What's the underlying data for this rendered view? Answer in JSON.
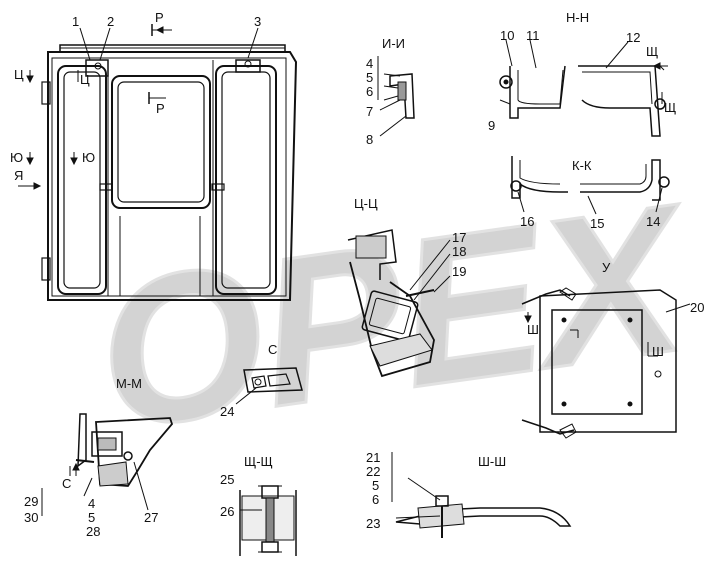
{
  "watermark": "OPEX",
  "corner_mark": "",
  "sections": {
    "p_top": "Р",
    "p_mid": "Р",
    "c_top": "Ц",
    "c_left": "Ц",
    "yu_left": "Ю",
    "yu_right": "Ю",
    "ya_left": "Я",
    "ii": "И-И",
    "nn": "Н-Н",
    "shch1": "Щ",
    "shch2": "Щ",
    "kk": "К-К",
    "cc": "Ц-Ц",
    "u": "У",
    "sh1": "Ш",
    "sh2": "Ш",
    "c_view": "С",
    "mm": "М-М",
    "c_arrow": "С",
    "shchshch": "Щ-Щ",
    "shsh": "Ш-Ш"
  },
  "callouts": {
    "n1": "1",
    "n2": "2",
    "n3": "3",
    "n4": "4",
    "n5": "5",
    "n6": "6",
    "n7": "7",
    "n8": "8",
    "n9": "9",
    "n10": "10",
    "n11": "11",
    "n12": "12",
    "n14": "14",
    "n15": "15",
    "n16": "16",
    "n17": "17",
    "n18": "18",
    "n19": "19",
    "n20": "20",
    "n21": "21",
    "n22": "22",
    "n5b": "5",
    "n6b": "6",
    "n23": "23",
    "n24": "24",
    "n25": "25",
    "n26": "26",
    "n27": "27",
    "n28": "28",
    "n29": "29",
    "n30": "30",
    "n4m": "4",
    "n5m": "5"
  }
}
